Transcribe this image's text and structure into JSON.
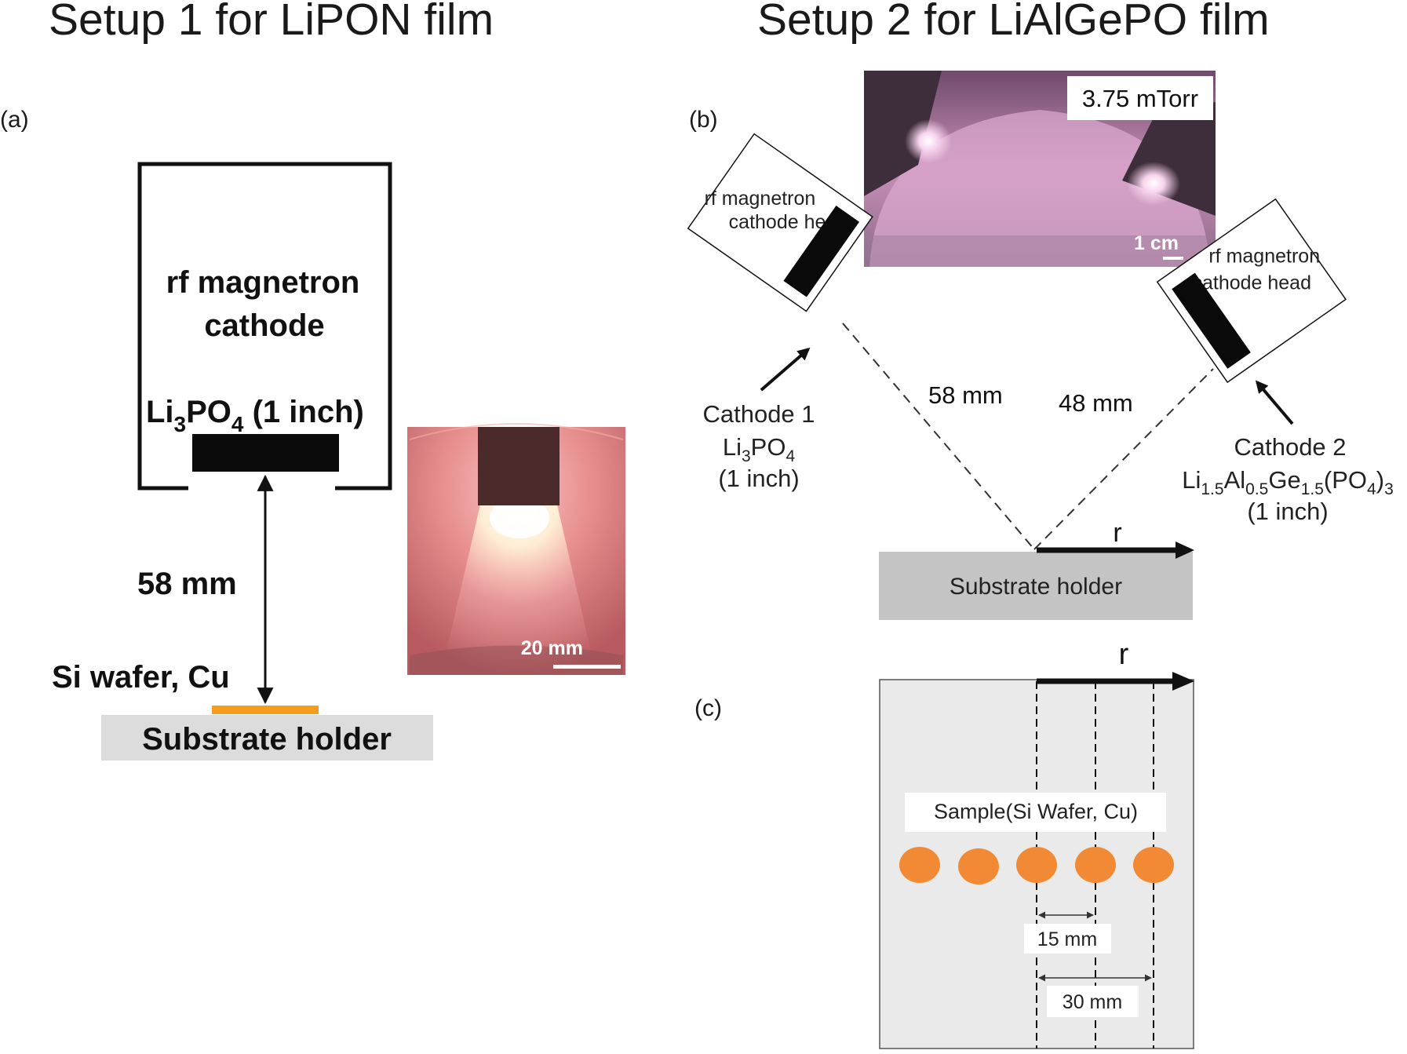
{
  "titles": {
    "setup1": "Setup 1 for LiPON film",
    "setup2": "Setup 2 for LiAlGePO film"
  },
  "panels": {
    "a": "(a)",
    "b": "(b)",
    "c": "(c)"
  },
  "setup1": {
    "cathode_line1": "rf magnetron",
    "cathode_line2": "cathode",
    "target_base": "Li",
    "target_sub1": "3",
    "target_mid": "PO",
    "target_sub2": "4",
    "target_size": " (1 inch)",
    "distance": "58 mm",
    "sample_label": "Si wafer, Cu",
    "holder_label": "Substrate holder",
    "photo_scale": "20 mm"
  },
  "setup2": {
    "photo_pressure": "3.75 mTorr",
    "photo_scale": "1 cm",
    "head1_line1": "rf magnetron",
    "head1_line2": "cathode  head",
    "head2_line1": "rf magnetron",
    "head2_line2": "cathode  head",
    "cathode1_label": "Cathode 1",
    "cathode1_formula_base": "Li",
    "cathode1_formula_sub1": "3",
    "cathode1_formula_mid": "PO",
    "cathode1_formula_sub2": "4",
    "cathode1_size": "(1 inch)",
    "cathode2_label": "Cathode 2",
    "cathode2_f1": "Li",
    "cathode2_s1": "1.5",
    "cathode2_f2": "Al",
    "cathode2_s2": "0.5",
    "cathode2_f3": "Ge",
    "cathode2_s3": "1.5",
    "cathode2_f4": "(PO",
    "cathode2_s4": "4",
    "cathode2_f5": ")",
    "cathode2_s5": "3",
    "cathode2_size": "(1 inch)",
    "dist1": "58 mm",
    "dist2": "48 mm",
    "r_label": "r",
    "holder_label": "Substrate holder"
  },
  "setup2c": {
    "r_label": "r",
    "sample_label": "Sample(Si Wafer, Cu)",
    "spacing1": "15 mm",
    "spacing2": "30 mm"
  },
  "colors": {
    "sample_orange": "#f28a35",
    "wafer_strip": "#f39c1e",
    "holder_gray": "#dcdcdc",
    "holder_gray_dark": "#c4c4c4",
    "plate_gray": "#eaeaea",
    "plasma_pink": "#e88a8a"
  }
}
